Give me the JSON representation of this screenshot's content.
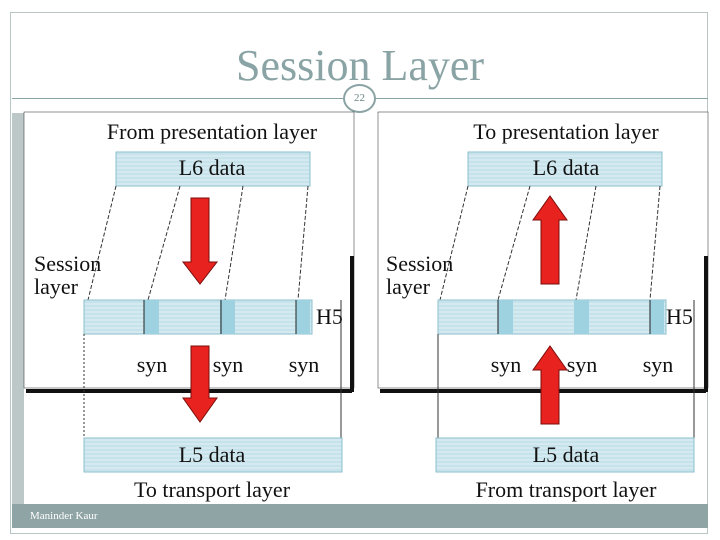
{
  "slide": {
    "title": "Session Layer",
    "page_number": "22",
    "footer": "Maninder Kaur"
  },
  "left_panel": {
    "top_label": "From presentation layer",
    "top_bar": "L6 data",
    "layer_label_1": "Session",
    "layer_label_2": "layer",
    "header": "H5",
    "syn_labels": [
      "syn",
      "syn",
      "syn"
    ],
    "bottom_bar": "L5 data",
    "bottom_label": "To transport layer",
    "arrow_direction": "down"
  },
  "right_panel": {
    "top_label": "To presentation layer",
    "top_bar": "L6 data",
    "layer_label_1": "Session",
    "layer_label_2": "layer",
    "header": "H5",
    "syn_labels": [
      "syn",
      "syn",
      "syn"
    ],
    "bottom_bar": "L5 data",
    "bottom_label": "From transport layer",
    "arrow_direction": "up"
  },
  "colors": {
    "bar_fill": "#cfe6ec",
    "syn_block": "#9fd2e0",
    "arrow": "#e8231f",
    "accent": "#8aa3a4"
  }
}
